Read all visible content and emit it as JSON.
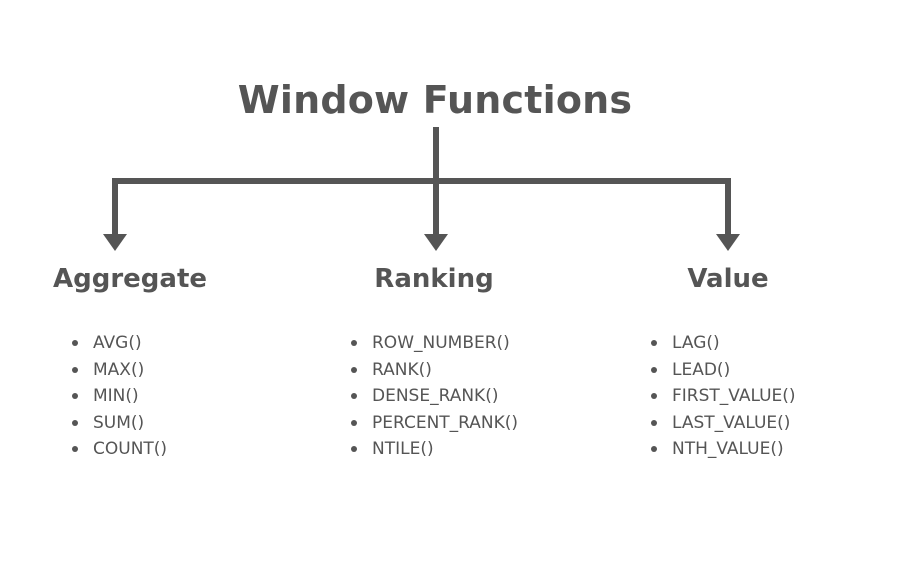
{
  "title": "Window Functions",
  "colors": {
    "text": "#555555",
    "connector": "#555555",
    "background": "#ffffff"
  },
  "categories": [
    {
      "name": "Aggregate",
      "items": [
        "AVG()",
        "MAX()",
        "MIN()",
        "SUM()",
        "COUNT()"
      ]
    },
    {
      "name": "Ranking",
      "items": [
        "ROW_NUMBER()",
        "RANK()",
        "DENSE_RANK()",
        "PERCENT_RANK()",
        "NTILE()"
      ]
    },
    {
      "name": "Value",
      "items": [
        "LAG()",
        "LEAD()",
        "FIRST_VALUE()",
        "LAST_VALUE()",
        "NTH_VALUE()"
      ]
    }
  ]
}
